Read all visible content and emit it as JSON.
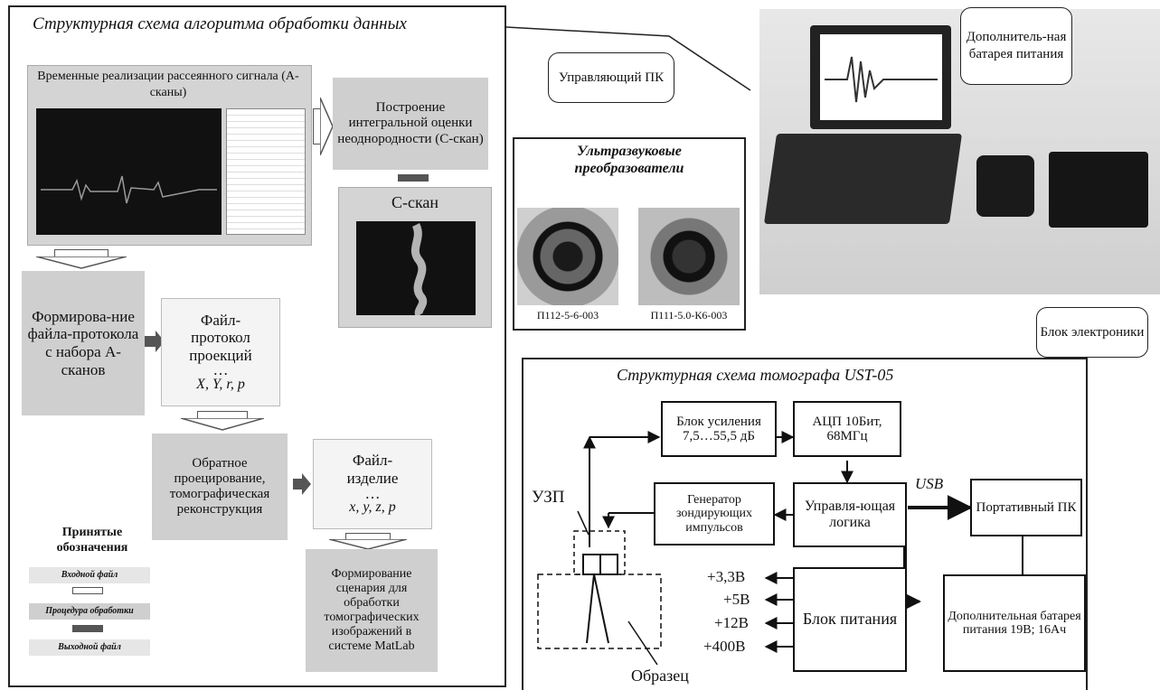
{
  "left": {
    "title": "Структурная схема алгоритма обработки данных",
    "ascans": "Временные реализации рассеянного сигнала (А-сканы)",
    "integral": "Построение интегральной оценки неоднородности (С-скан)",
    "cscan": "С-скан",
    "forming": "Формирова-ние файла-протокола с набора А-сканов",
    "file_proto": {
      "line1": "Файл-протокол проекций",
      "dots": "…",
      "vars": "X, Y, r, p"
    },
    "backproj": "Обратное проецирование, томографическая реконструкция",
    "file_item": {
      "line1": "Файл-изделие",
      "dots": "…",
      "vars": "x, y, z, p"
    },
    "scenario": "Формирование сценария для обработки томографических изображений в системе MatLab",
    "legend": {
      "title": "Принятые обозначения",
      "input": "Входной файл",
      "proc": "Процедура обработки",
      "output": "Выходной файл"
    }
  },
  "photo": {
    "callout_pc": "Управляющий ПК",
    "callout_battery": "Дополнитель-ная батарея питания",
    "callout_electronics": "Блок электроники",
    "sensors_title": "Ультразвуковые преобразователи",
    "sensor1": "П112-5-6-003",
    "sensor2": "П111-5.0-К6-003"
  },
  "schema": {
    "title": "Структурная схема томографа UST-05",
    "amp": "Блок усиления 7,5…55,5 дБ",
    "adc": "АЦП 10Бит, 68МГц",
    "gen": "Генератор зондирующих импульсов",
    "logic": "Управля-ющая логика",
    "usb": "USB",
    "laptop": "Портативный ПК",
    "power": "Блок питания",
    "battery": "Дополнительная батарея питания 19В; 16Ач",
    "uzp": "УЗП",
    "sample": "Образец",
    "v1": "+3,3В",
    "v2": "+5В",
    "v3": "+12В",
    "v4": "+400В"
  },
  "colors": {
    "grey_box": "#cfcfcf",
    "frame": "#222222",
    "photo_bg": "#d9d9d9"
  }
}
